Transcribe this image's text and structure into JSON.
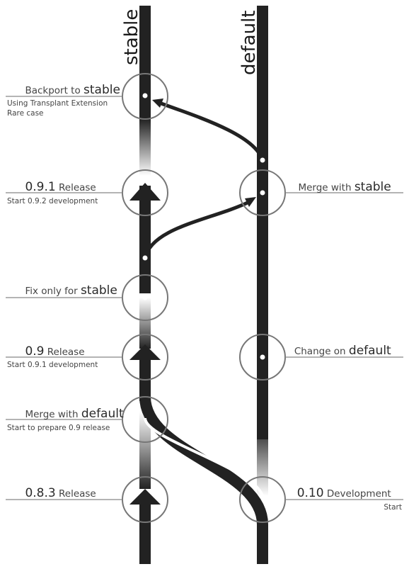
{
  "branches": {
    "stable": "stable",
    "default": "default"
  },
  "colors": {
    "branch": "#222222",
    "ring": "#777777",
    "label_line": "#888888",
    "text": "#444444"
  },
  "labels": {
    "backport": {
      "prefix": "Backport to ",
      "strong": "stable",
      "sub1": "Using Transplant Extension",
      "sub2": "Rare case"
    },
    "r091": {
      "strong": "0.9.1",
      "suffix": " Release",
      "sub1": "Start 0.9.2 development"
    },
    "fix": {
      "prefix": "Fix only for ",
      "strong": "stable"
    },
    "r09": {
      "strong": "0.9",
      "suffix": " Release",
      "sub1": "Start 0.9.1 development"
    },
    "merge_default": {
      "prefix": "Merge with ",
      "strong": "default",
      "sub1": "Start to prepare 0.9 release"
    },
    "r083": {
      "strong": "0.8.3",
      "suffix": " Release"
    },
    "merge_stable": {
      "prefix": "Merge with ",
      "strong": "stable"
    },
    "change": {
      "prefix": "Change on ",
      "strong": "default"
    },
    "dev010": {
      "strong": "0.10",
      "suffix": " Development",
      "sub1": "Start"
    }
  }
}
